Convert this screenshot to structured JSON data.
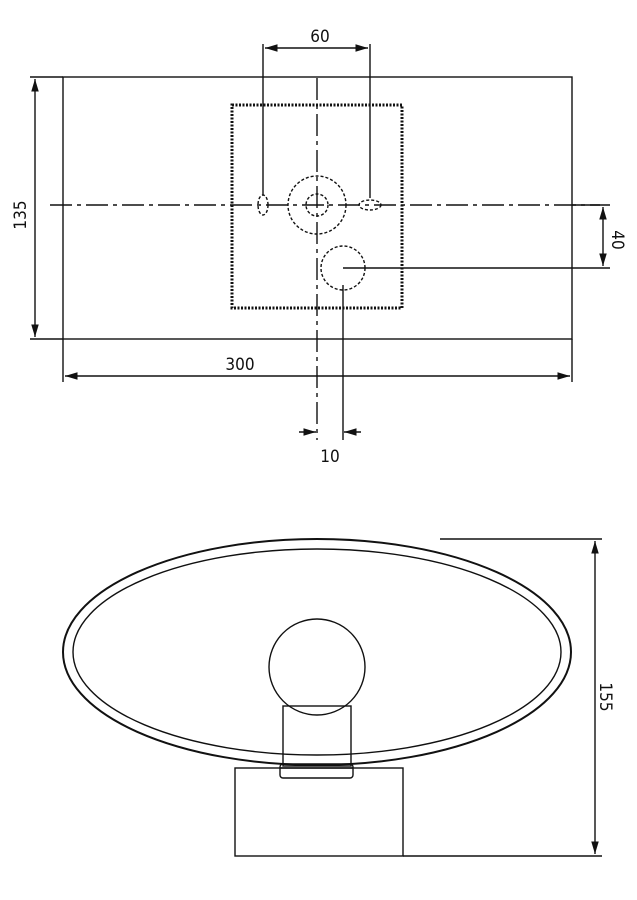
{
  "top_view": {
    "dimensions": {
      "height": "135",
      "width": "300",
      "hole_spacing": "60",
      "drain_offset_vertical": "40",
      "drain_offset_horizontal": "10"
    }
  },
  "side_view": {
    "dimensions": {
      "total_height": "155"
    }
  }
}
